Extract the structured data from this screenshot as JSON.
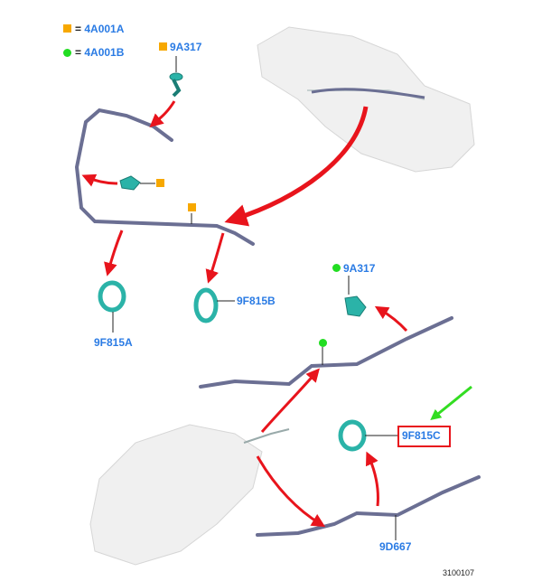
{
  "legend": [
    {
      "marker": "orange-square",
      "label": "4A001A",
      "color": "#f7a800"
    },
    {
      "marker": "green-circle",
      "label": "4A001B",
      "color": "#22dd22"
    }
  ],
  "equals": "=",
  "callouts": {
    "clip_top": "9A317",
    "clamp_a": "9F815A",
    "clamp_b": "9F815B",
    "clip_green": "9A317",
    "clamp_c": "9F815C",
    "tube_lower": "9D667"
  },
  "reference": "3100107",
  "colors": {
    "label": "#2a7be4",
    "arrow": "#e8141c",
    "highlight_arrow": "#33dd22",
    "part": "#2bb3a8",
    "tube": "#6b6f93"
  }
}
